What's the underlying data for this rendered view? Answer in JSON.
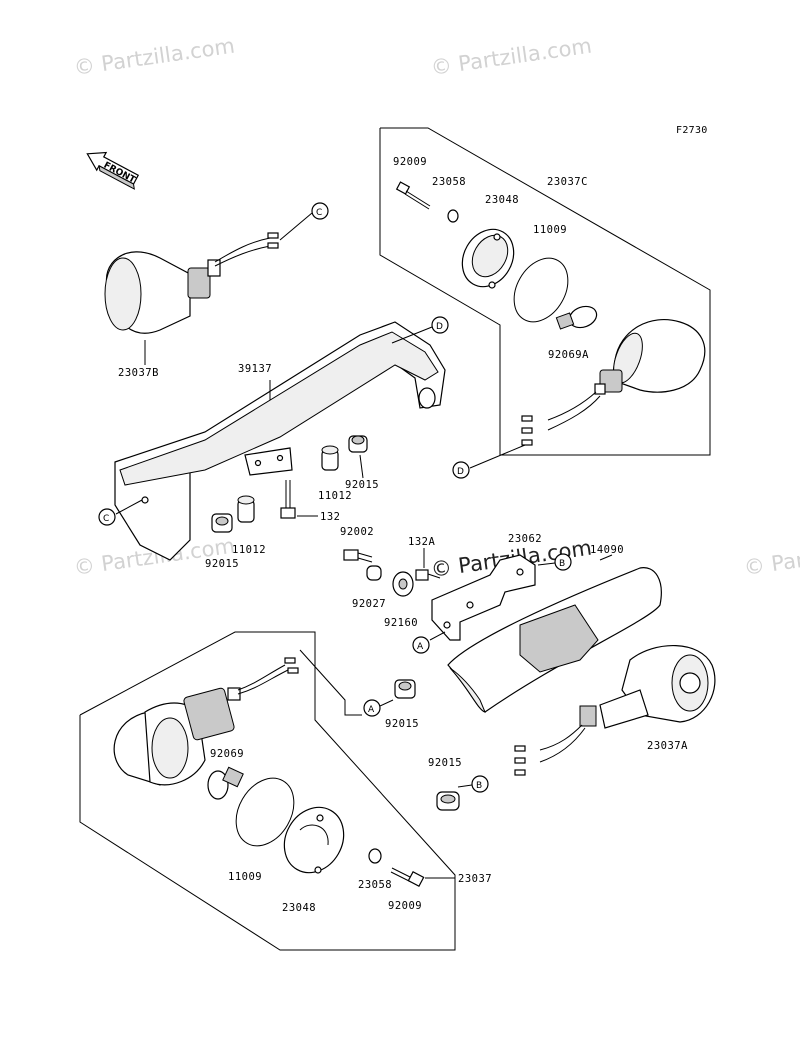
{
  "figure_ref": "F2730",
  "front_label": "FRONT",
  "watermarks": [
    "© Partzilla.com",
    "© Partzilla.com",
    "© Partzilla.com",
    "© Partzilla.com",
    "© Partzilla.com"
  ],
  "callouts": {
    "a": "A",
    "b": "B",
    "c": "C",
    "d": "D"
  },
  "parts": {
    "p23037B": "23037B",
    "p39137": "39137",
    "p92009_top": "92009",
    "p23058_top": "23058",
    "p23048_top": "23048",
    "p23037C": "23037C",
    "p11009_top": "11009",
    "p92069A": "92069A",
    "p11012_right": "11012",
    "p92015_right": "92015",
    "p132": "132",
    "p11012_left": "11012",
    "p92015_left": "92015",
    "p92002": "92002",
    "p132A": "132A",
    "p23062": "23062",
    "p14090": "14090",
    "p92027": "92027",
    "p92160": "92160",
    "p92015_mid": "92015",
    "p92069": "92069",
    "p92015_lower": "92015",
    "p23037A": "23037A",
    "p11009_bottom": "11009",
    "p23048_bottom": "23048",
    "p23058_bottom": "23058",
    "p92009_bottom": "92009",
    "p23037": "23037"
  }
}
